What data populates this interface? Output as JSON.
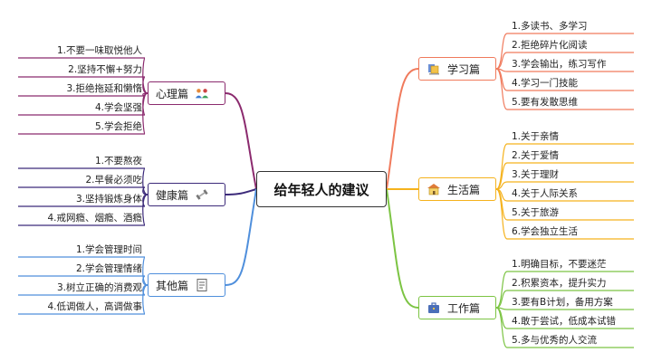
{
  "title": "给年轻人的建议",
  "branches": {
    "study": {
      "label": "学习篇",
      "color": "#f07a5c",
      "icon": "book-stack-icon",
      "items": [
        "1.多读书、多学习",
        "2.拒绝碎片化阅读",
        "3.学会输出，练习写作",
        "4.学习一门技能",
        "5.要有发散思维"
      ]
    },
    "life": {
      "label": "生活篇",
      "color": "#f5b21c",
      "icon": "house-icon",
      "items": [
        "1.关于亲情",
        "2.关于爱情",
        "3.关于理财",
        "4.关于人际关系",
        "5.关于旅游",
        "6.学会独立生活"
      ]
    },
    "work": {
      "label": "工作篇",
      "color": "#7cc443",
      "icon": "briefcase-icon",
      "items": [
        "1.明确目标，不要迷茫",
        "2.积累资本，提升实力",
        "3.要有B计划，备用方案",
        "4.敢于尝试，低成本试错",
        "5.多与优秀的人交流"
      ]
    },
    "psych": {
      "label": "心理篇",
      "color": "#8b2a6e",
      "icon": "people-icon",
      "items": [
        "1.不要一味取悦他人",
        "2.坚持不懈+努力",
        "3.拒绝拖延和懒惰",
        "4.学会坚强",
        "5.学会拒绝"
      ]
    },
    "health": {
      "label": "健康篇",
      "color": "#3c2a7a",
      "icon": "dumbbell-icon",
      "items": [
        "1.不要熬夜",
        "2.早餐必须吃",
        "3.坚持锻炼身体",
        "4.戒网瘾、烟瘾、酒瘾"
      ]
    },
    "other": {
      "label": "其他篇",
      "color": "#4f8fdc",
      "icon": "document-icon",
      "items": [
        "1.学会管理时间",
        "2.学会管理情绪",
        "3.树立正确的消费观",
        "4.低调做人，高调做事"
      ]
    }
  }
}
